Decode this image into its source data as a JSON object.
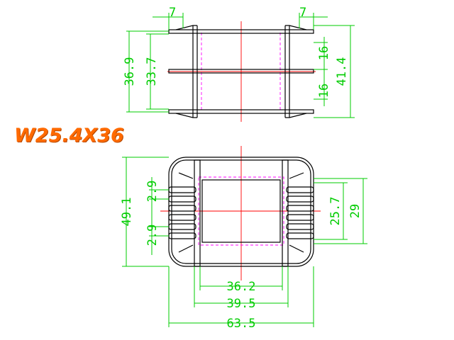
{
  "title": "W25.4X36",
  "colors": {
    "title": "#ff6a00",
    "dimension": "#00cc00",
    "outline": "#000000",
    "centerline": "#ff0000",
    "hidden_line": "#ff00ff"
  },
  "top_view": {
    "dims": {
      "left_flange": "7",
      "right_flange": "7",
      "height_outer": "36.9",
      "height_inner": "33.7",
      "slot_top": "16",
      "slot_bottom": "16",
      "height_total": "41.4"
    }
  },
  "front_view": {
    "dims": {
      "height_total": "49.1",
      "pin_pitch_top": "2.9",
      "pin_pitch_bottom": "2.9",
      "window_height": "25.7",
      "flange_height": "29",
      "width_inner": "36.2",
      "width_mid": "39.5",
      "width_total": "63.5"
    }
  }
}
